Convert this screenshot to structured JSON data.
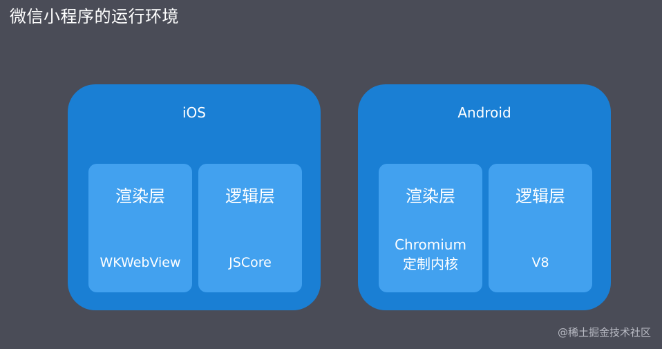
{
  "page": {
    "title": "微信小程序的运行环境",
    "watermark": "@稀土掘金技术社区"
  },
  "platforms": [
    {
      "name": "iOS",
      "layers": [
        {
          "title": "渲染层",
          "engine": "WKWebView"
        },
        {
          "title": "逻辑层",
          "engine": "JSCore"
        }
      ]
    },
    {
      "name": "Android",
      "layers": [
        {
          "title": "渲染层",
          "engine": "Chromium\n定制内核"
        },
        {
          "title": "逻辑层",
          "engine": "V8"
        }
      ]
    }
  ],
  "colors": {
    "background": "#4a4c57",
    "platform_box": "#1a7fd4",
    "layer_box": "#42a1ef",
    "text": "#ffffff"
  }
}
